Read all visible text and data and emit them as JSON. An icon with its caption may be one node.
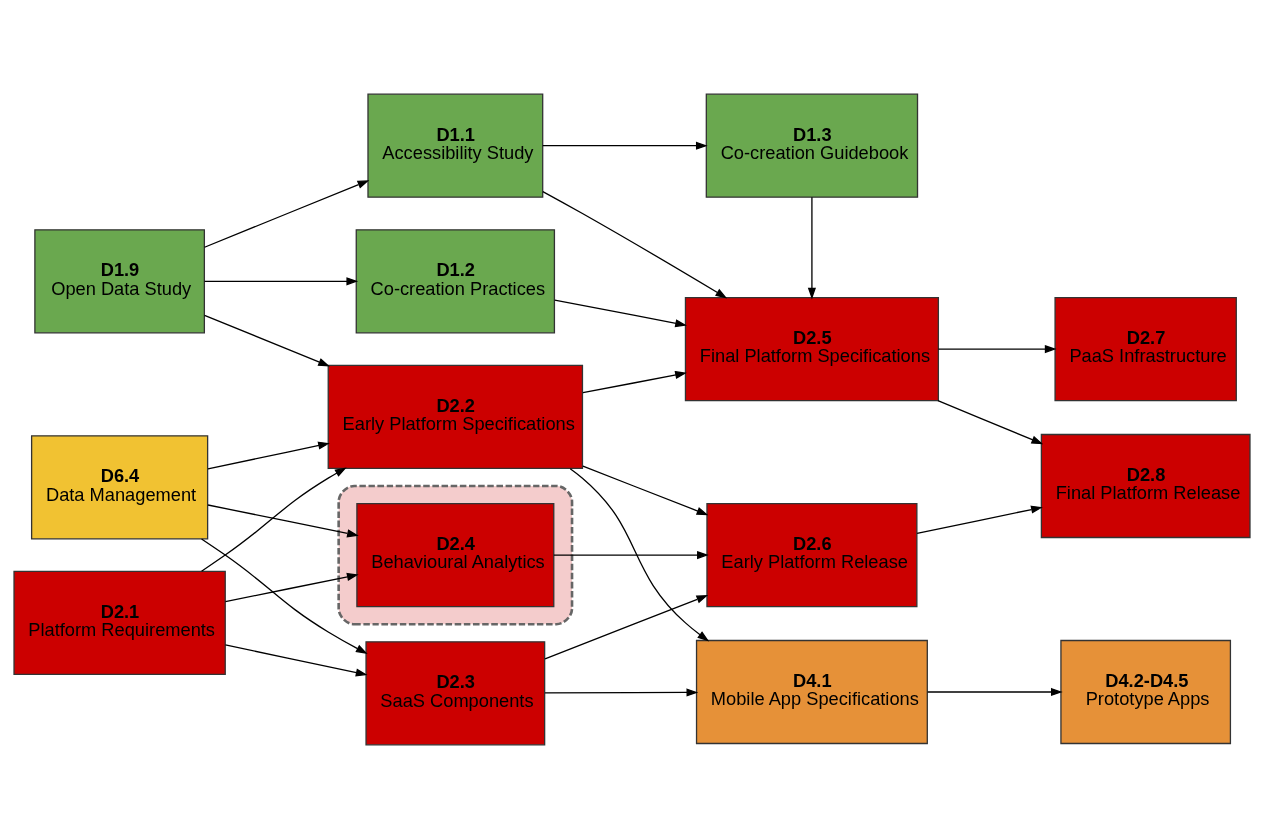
{
  "diagram": {
    "nodes": [
      {
        "text": [
          "D1.9",
          "Open Data Study"
        ]
      },
      {
        "text": [
          "D2.1",
          "Platform Requirements"
        ]
      },
      {
        "text": [
          "D6.4",
          "Data Management"
        ]
      },
      {
        "text": [
          "D1.2",
          "Co-creation Practices"
        ]
      },
      {
        "text": [
          "D1.1",
          "Accessibility Study"
        ]
      },
      {
        "text": [
          "D2.2",
          "Early Platform Specifications"
        ]
      },
      {
        "text": [
          "D2.3",
          "SaaS Components"
        ]
      },
      {
        "text": [],
        "shape": "box"
      },
      {
        "text": [
          "D2.4",
          "Behavioural Analytics"
        ],
        "in": 7
      },
      {
        "text": [
          "D1.3",
          "Co-creation Guidebook"
        ]
      },
      {
        "text": [
          "D2.5",
          "Final Platform Specifications"
        ]
      },
      {
        "text": [
          "D4.1",
          "Mobile App Specifications"
        ]
      },
      {
        "text": [
          "D2.6",
          "Early Platform Release"
        ]
      },
      {
        "text": [
          "D2.7",
          "PaaS Infrastructure"
        ]
      },
      {
        "text": [
          "D4.2-D4.5",
          "Prototype Apps"
        ]
      },
      {
        "text": [
          "D2.8",
          "Final Platform Release"
        ]
      }
    ],
    "edges": [
      {
        "from": 0,
        "to": 3,
        "arrow": "to"
      },
      {
        "from": 0,
        "to": 4,
        "arrow": "to"
      },
      {
        "from": 0,
        "to": 5,
        "arrow": "to"
      },
      {
        "from": 1,
        "to": 5,
        "arrow": "to"
      },
      {
        "from": 1,
        "to": 6,
        "arrow": "to"
      },
      {
        "from": 1,
        "to": 8,
        "arrow": "to"
      },
      {
        "from": 2,
        "to": 5,
        "arrow": "to"
      },
      {
        "from": 2,
        "to": 6,
        "arrow": "to"
      },
      {
        "from": 2,
        "to": 8,
        "arrow": "to"
      },
      {
        "from": 3,
        "to": 10,
        "arrow": "to"
      },
      {
        "from": 4,
        "to": 9,
        "arrow": "to"
      },
      {
        "from": 4,
        "to": 10,
        "arrow": "to"
      },
      {
        "from": 9,
        "to": 10,
        "arrow": "to"
      },
      {
        "from": 5,
        "to": 10,
        "arrow": "to"
      },
      {
        "from": 5,
        "to": 11,
        "arrow": "to"
      },
      {
        "from": 5,
        "to": 12,
        "arrow": "to"
      },
      {
        "from": 6,
        "to": 11,
        "arrow": "to"
      },
      {
        "from": 6,
        "to": 12,
        "arrow": "to"
      },
      {
        "from": 8,
        "to": 12,
        "arrow": "to"
      },
      {
        "from": 10,
        "to": 13,
        "arrow": "to"
      },
      {
        "from": 10,
        "to": 15,
        "arrow": "to"
      },
      {
        "from": 11,
        "to": 14,
        "arrow": "to"
      },
      {
        "from": 12,
        "to": 15,
        "arrow": "to"
      }
    ]
  }
}
